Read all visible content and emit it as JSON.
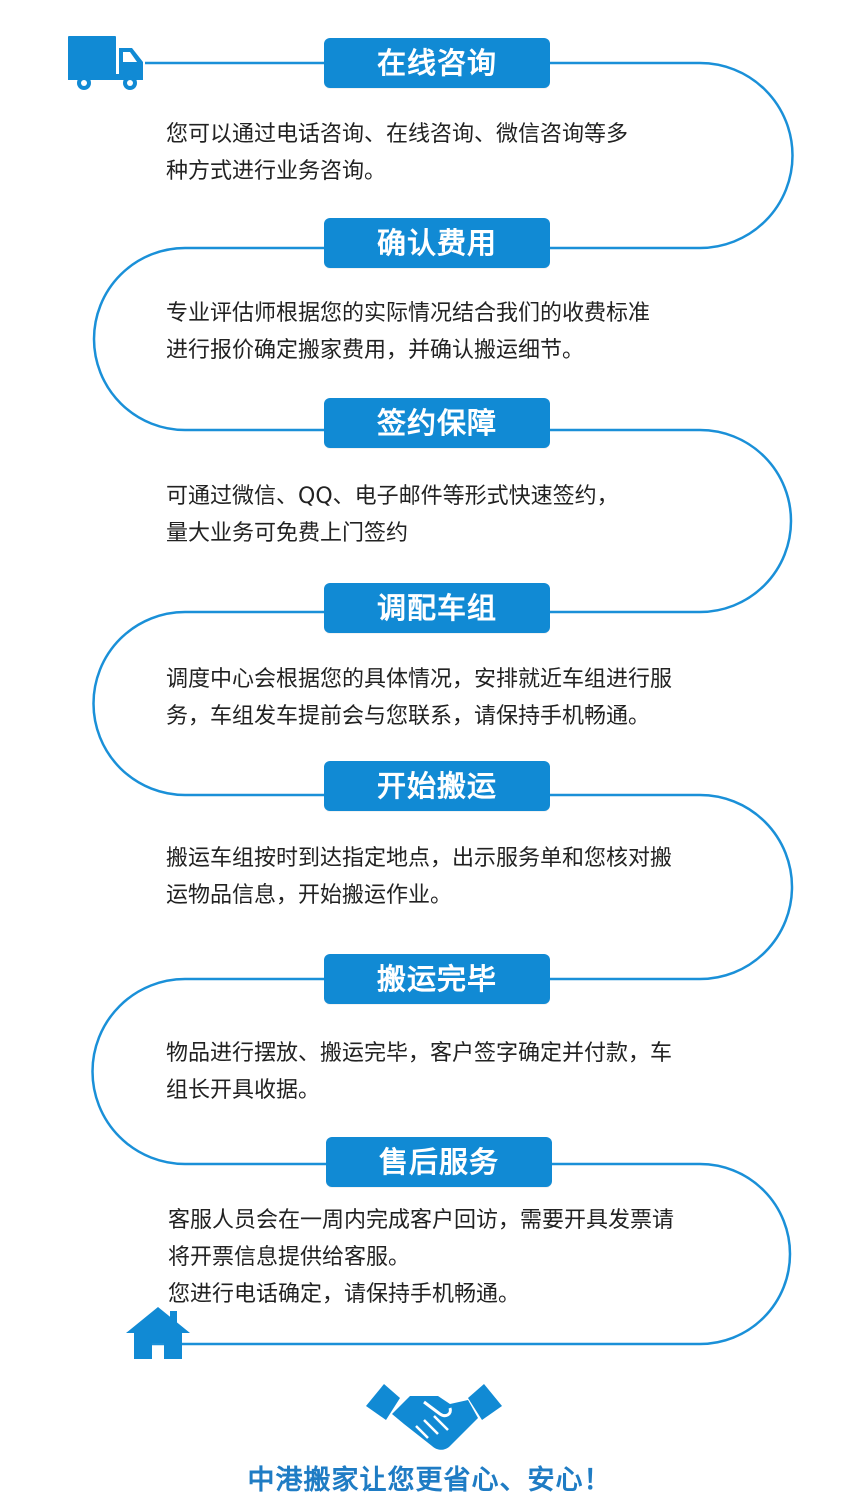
{
  "colors": {
    "accent": "#118ad4",
    "line": "#1a90d8",
    "slogan": "#1f7cc4",
    "text": "#222222"
  },
  "icons": {
    "start": "truck-icon",
    "end": "house-icon",
    "footer": "handshake-icon"
  },
  "steps": [
    {
      "title": "在线咨询",
      "lines": [
        "您可以通过电话咨询、在线咨询、微信咨询等多",
        "种方式进行业务咨询。"
      ]
    },
    {
      "title": "确认费用",
      "lines": [
        "专业评估师根据您的实际情况结合我们的收费标准",
        "进行报价确定搬家费用，并确认搬运细节。"
      ]
    },
    {
      "title": "签约保障",
      "lines": [
        "可通过微信、QQ、电子邮件等形式快速签约，",
        "量大业务可免费上门签约"
      ]
    },
    {
      "title": "调配车组",
      "lines": [
        "调度中心会根据您的具体情况，安排就近车组进行服",
        "务，车组发车提前会与您联系，请保持手机畅通。"
      ]
    },
    {
      "title": "开始搬运",
      "lines": [
        "搬运车组按时到达指定地点，出示服务单和您核对搬",
        "运物品信息，开始搬运作业。"
      ]
    },
    {
      "title": "搬运完毕",
      "lines": [
        "物品进行摆放、搬运完毕，客户签字确定并付款，车",
        "组长开具收据。"
      ]
    },
    {
      "title": "售后服务",
      "lines": [
        "客服人员会在一周内完成客户回访，需要开具发票请",
        "将开票信息提供给客服。",
        "您进行电话确定，请保持手机畅通。"
      ]
    }
  ],
  "slogan": "中港搬家让您更省心、安心！"
}
